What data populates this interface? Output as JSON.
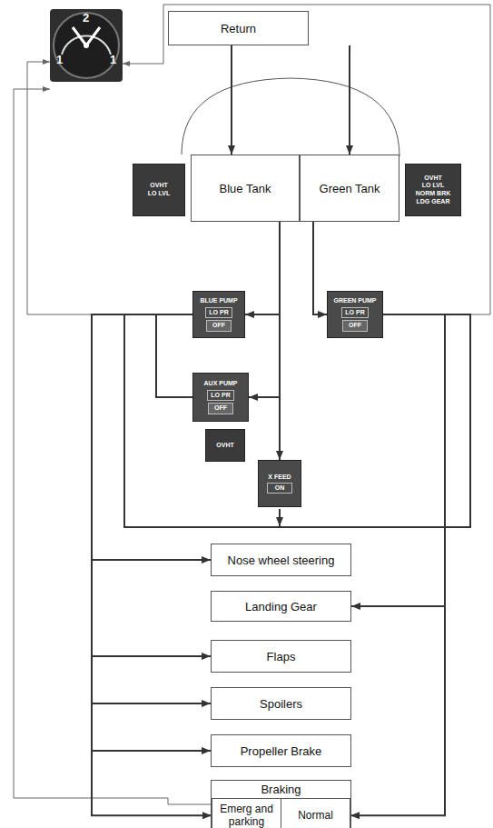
{
  "diagram": {
    "nodes": [
      {
        "text": [
          "Return"
        ]
      },
      {
        "text": [
          "OVHT",
          "LO LVL"
        ]
      },
      {
        "text": [
          "Blue Tank"
        ]
      },
      {
        "text": [
          "Green Tank"
        ]
      },
      {
        "text": [
          "OVHT",
          "LO LVL",
          "NORM BRK LDG GEAR"
        ]
      },
      {
        "text": [
          "BLUE PUMP",
          "LO PR",
          "OFF"
        ]
      },
      {
        "text": [
          "GREEN PUMP",
          "LO PR",
          "OFF"
        ]
      },
      {
        "text": [
          "AUX PUMP",
          "LO PR",
          "OFF"
        ]
      },
      {
        "text": [
          "OVHT"
        ]
      },
      {
        "text": [
          "X FEED",
          "ON"
        ]
      },
      {
        "text": [
          "Nose wheel steering"
        ]
      },
      {
        "text": [
          "Landing Gear"
        ]
      },
      {
        "text": [
          "Flaps"
        ]
      },
      {
        "text": [
          "Spoilers"
        ]
      },
      {
        "text": [
          "Propeller Brake"
        ]
      },
      {
        "text": [
          "Braking"
        ]
      },
      {
        "text": [
          "Emerg and parking"
        ],
        "in": 15
      },
      {
        "text": [
          "Normal"
        ],
        "in": 15
      }
    ],
    "edges": [
      {
        "from": 0,
        "to": 2,
        "arrow": "to"
      },
      {
        "from": 0,
        "to": 3,
        "arrow": "to"
      },
      {
        "from": 2,
        "to": 5,
        "arrow": "to"
      },
      {
        "from": 2,
        "to": 7,
        "arrow": "to"
      },
      {
        "from": 2,
        "to": 9,
        "arrow": "to"
      },
      {
        "from": 3,
        "to": 6,
        "arrow": "to"
      },
      {
        "from": 7,
        "to": 5,
        "arrow": "none"
      },
      {
        "from": 5,
        "to": 6,
        "arrow": "none"
      },
      {
        "from": 5,
        "to": 10,
        "arrow": "to"
      },
      {
        "from": 5,
        "to": 12,
        "arrow": "to"
      },
      {
        "from": 5,
        "to": 13,
        "arrow": "to"
      },
      {
        "from": 5,
        "to": 14,
        "arrow": "to"
      },
      {
        "from": 5,
        "to": 16,
        "arrow": "to"
      },
      {
        "from": 6,
        "to": 11,
        "arrow": "to"
      },
      {
        "from": 6,
        "to": 17,
        "arrow": "to"
      }
    ],
    "labels": [
      "2",
      "1",
      "1"
    ]
  }
}
